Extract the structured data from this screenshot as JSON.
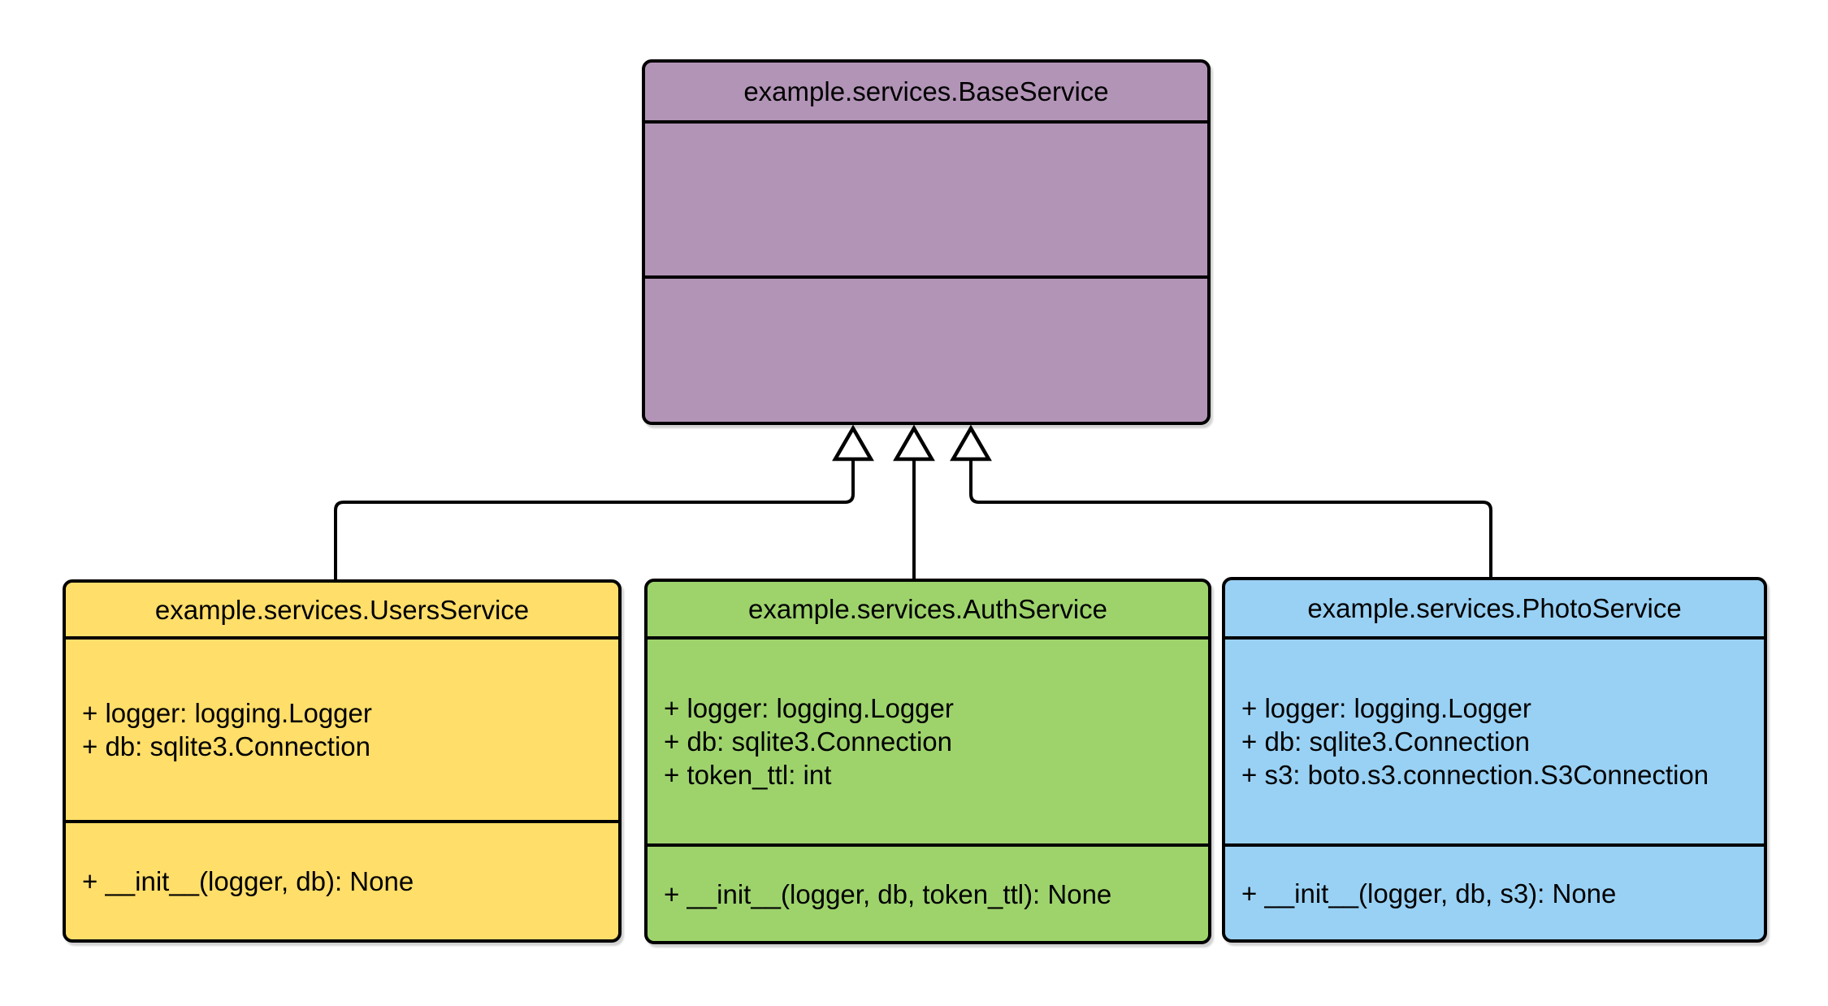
{
  "diagram": {
    "type": "uml-class-diagram",
    "colors": {
      "background": "#ffffff",
      "stroke": "#000000",
      "base_fill": "#B294B7",
      "users_fill": "#FFDE69",
      "auth_fill": "#9ED36C",
      "photo_fill": "#99D1F4"
    },
    "classes": [
      {
        "id": "base",
        "title": "example.services.BaseService",
        "attributes": [],
        "methods": [],
        "fill": "#B294B7"
      },
      {
        "id": "users",
        "title": "example.services.UsersService",
        "attributes": [
          "+ logger: logging.Logger",
          "+ db: sqlite3.Connection"
        ],
        "methods": [
          "+ __init__(logger, db): None"
        ],
        "fill": "#FFDE69"
      },
      {
        "id": "auth",
        "title": "example.services.AuthService",
        "attributes": [
          "+ logger: logging.Logger",
          "+ db: sqlite3.Connection",
          "+ token_ttl: int"
        ],
        "methods": [
          "+ __init__(logger, db, token_ttl): None"
        ],
        "fill": "#9ED36C"
      },
      {
        "id": "photo",
        "title": "example.services.PhotoService",
        "attributes": [
          "+ logger: logging.Logger",
          "+ db: sqlite3.Connection",
          "+ s3: boto.s3.connection.S3Connection"
        ],
        "methods": [
          "+ __init__(logger, db, s3): None"
        ],
        "fill": "#99D1F4"
      }
    ],
    "relations": [
      {
        "type": "inheritance",
        "from": "example.services.UsersService",
        "to": "example.services.BaseService"
      },
      {
        "type": "inheritance",
        "from": "example.services.AuthService",
        "to": "example.services.BaseService"
      },
      {
        "type": "inheritance",
        "from": "example.services.PhotoService",
        "to": "example.services.BaseService"
      }
    ]
  }
}
